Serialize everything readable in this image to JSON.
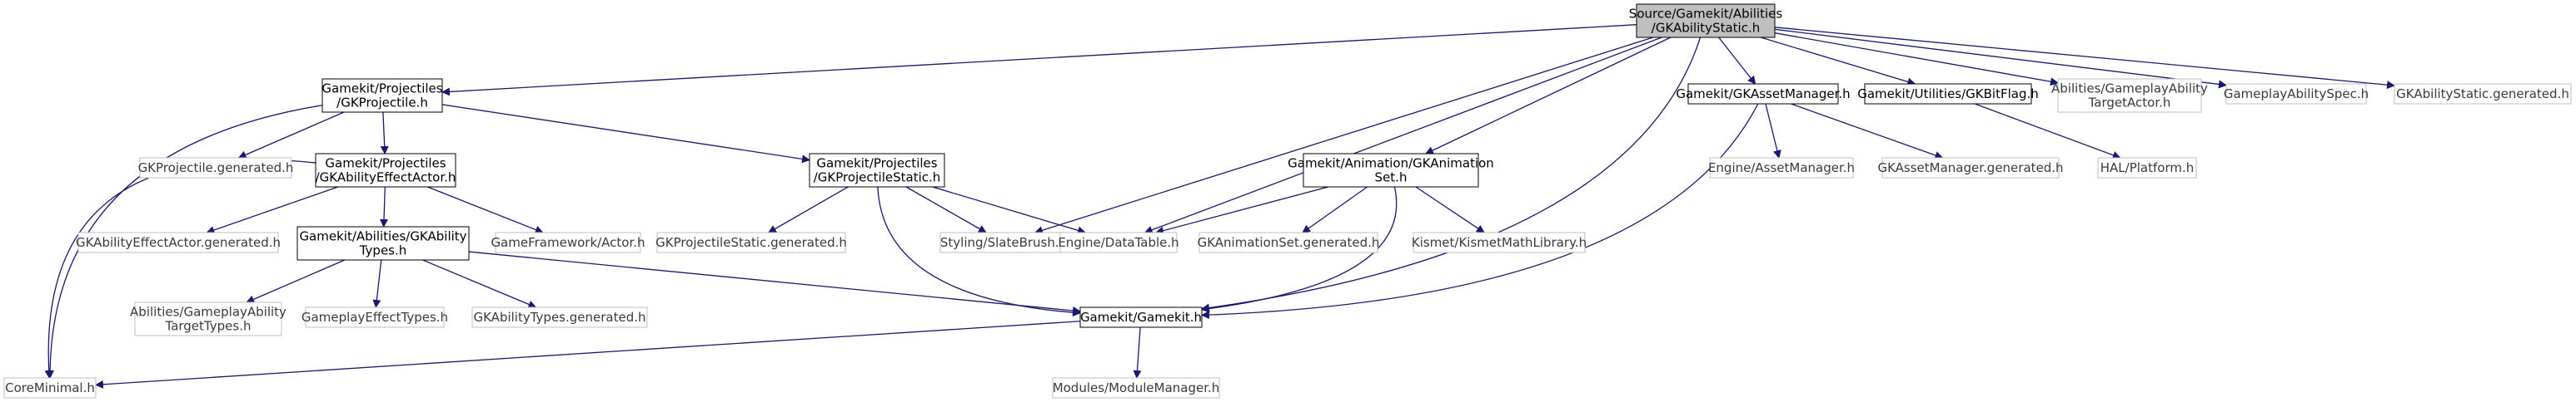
{
  "graph": {
    "colors": {
      "edge": "#191970",
      "root_fill": "#bfbfbf",
      "solid_border": "#000000",
      "missing_border": "#bfbfbf",
      "text": "#000000"
    },
    "nodes": {
      "root": {
        "lines": [
          "Source/Gamekit/Abilities",
          "/GKAbilityStatic.h"
        ],
        "style": "root"
      },
      "gkprojectile_h": {
        "lines": [
          "Gamekit/Projectiles",
          "/GKProjectile.h"
        ],
        "style": "solid"
      },
      "gkassetmanager_h": {
        "lines": [
          "Gamekit/GKAssetManager.h"
        ],
        "style": "solid"
      },
      "gkbitflag_h": {
        "lines": [
          "Gamekit/Utilities/GKBitFlag.h"
        ],
        "style": "solid"
      },
      "gameplayability_targetactor_h": {
        "lines": [
          "Abilities/GameplayAbility",
          "TargetActor.h"
        ],
        "style": "missing"
      },
      "gameplayabilityspec_h": {
        "lines": [
          "GameplayAbilitySpec.h"
        ],
        "style": "missing"
      },
      "gkabilitystatic_generated_h": {
        "lines": [
          "GKAbilityStatic.generated.h"
        ],
        "style": "missing"
      },
      "gkprojectile_generated_h": {
        "lines": [
          "GKProjectile.generated.h"
        ],
        "style": "missing"
      },
      "gkabilityeffectactor_h": {
        "lines": [
          "Gamekit/Projectiles",
          "/GKAbilityEffectActor.h"
        ],
        "style": "solid"
      },
      "gkprojectilestatic_h": {
        "lines": [
          "Gamekit/Projectiles",
          "/GKProjectileStatic.h"
        ],
        "style": "solid"
      },
      "gkanimationset_h": {
        "lines": [
          "Gamekit/Animation/GKAnimation",
          "Set.h"
        ],
        "style": "solid"
      },
      "engine_assetmanager_h": {
        "lines": [
          "Engine/AssetManager.h"
        ],
        "style": "missing"
      },
      "gkassetmanager_generated_h": {
        "lines": [
          "GKAssetManager.generated.h"
        ],
        "style": "missing"
      },
      "hal_platform_h": {
        "lines": [
          "HAL/Platform.h"
        ],
        "style": "missing"
      },
      "gkabilityeffectactor_generated_h": {
        "lines": [
          "GKAbilityEffectActor.generated.h"
        ],
        "style": "missing"
      },
      "gameframework_actor_h": {
        "lines": [
          "GameFramework/Actor.h"
        ],
        "style": "missing"
      },
      "gkprojectilestatic_generated_h": {
        "lines": [
          "GKProjectileStatic.generated.h"
        ],
        "style": "missing"
      },
      "styling_slatebrush_h": {
        "lines": [
          "Styling/SlateBrush.h"
        ],
        "style": "missing"
      },
      "engine_datatable_h": {
        "lines": [
          "Engine/DataTable.h"
        ],
        "style": "missing"
      },
      "gkanimationset_generated_h": {
        "lines": [
          "GKAnimationSet.generated.h"
        ],
        "style": "missing"
      },
      "kismet_mathlibrary_h": {
        "lines": [
          "Kismet/KismetMathLibrary.h"
        ],
        "style": "missing"
      },
      "gkabilitytypes_h": {
        "lines": [
          "Gamekit/Abilities/GKAbility",
          "Types.h"
        ],
        "style": "solid"
      },
      "gameplayability_targettypes_h": {
        "lines": [
          "Abilities/GameplayAbility",
          "TargetTypes.h"
        ],
        "style": "missing"
      },
      "gameplayeffecttypes_h": {
        "lines": [
          "GameplayEffectTypes.h"
        ],
        "style": "missing"
      },
      "gkabilitytypes_generated_h": {
        "lines": [
          "GKAbilityTypes.generated.h"
        ],
        "style": "missing"
      },
      "gamekit_h": {
        "lines": [
          "Gamekit/Gamekit.h"
        ],
        "style": "solid"
      },
      "coreminimal_h": {
        "lines": [
          "CoreMinimal.h"
        ],
        "style": "missing"
      },
      "modules_modulemanager_h": {
        "lines": [
          "Modules/ModuleManager.h"
        ],
        "style": "missing"
      }
    },
    "edges": [
      [
        "root",
        "gkprojectile_h"
      ],
      [
        "root",
        "gkassetmanager_h"
      ],
      [
        "root",
        "gkbitflag_h"
      ],
      [
        "root",
        "gameplayability_targetactor_h"
      ],
      [
        "root",
        "gameplayabilityspec_h"
      ],
      [
        "root",
        "gkabilitystatic_generated_h"
      ],
      [
        "root",
        "gkanimationset_h"
      ],
      [
        "root",
        "engine_datatable_h"
      ],
      [
        "root",
        "styling_slatebrush_h"
      ],
      [
        "root",
        "gamekit_h"
      ],
      [
        "gkprojectile_h",
        "gkprojectile_generated_h"
      ],
      [
        "gkprojectile_h",
        "gkabilityeffectactor_h"
      ],
      [
        "gkprojectile_h",
        "gkprojectilestatic_h"
      ],
      [
        "gkprojectile_h",
        "coreminimal_h"
      ],
      [
        "gkabilityeffectactor_h",
        "gkabilityeffectactor_generated_h"
      ],
      [
        "gkabilityeffectactor_h",
        "gkabilitytypes_h"
      ],
      [
        "gkabilityeffectactor_h",
        "gameframework_actor_h"
      ],
      [
        "gkabilityeffectactor_h",
        "coreminimal_h"
      ],
      [
        "gkprojectilestatic_h",
        "gkprojectilestatic_generated_h"
      ],
      [
        "gkprojectilestatic_h",
        "styling_slatebrush_h"
      ],
      [
        "gkprojectilestatic_h",
        "engine_datatable_h"
      ],
      [
        "gkprojectilestatic_h",
        "gamekit_h"
      ],
      [
        "gkanimationset_h",
        "engine_datatable_h"
      ],
      [
        "gkanimationset_h",
        "gkanimationset_generated_h"
      ],
      [
        "gkanimationset_h",
        "kismet_mathlibrary_h"
      ],
      [
        "gkanimationset_h",
        "gamekit_h"
      ],
      [
        "gkassetmanager_h",
        "engine_assetmanager_h"
      ],
      [
        "gkassetmanager_h",
        "gkassetmanager_generated_h"
      ],
      [
        "gkassetmanager_h",
        "gamekit_h"
      ],
      [
        "gkbitflag_h",
        "hal_platform_h"
      ],
      [
        "gkabilitytypes_h",
        "gameplayability_targettypes_h"
      ],
      [
        "gkabilitytypes_h",
        "gameplayeffecttypes_h"
      ],
      [
        "gkabilitytypes_h",
        "gkabilitytypes_generated_h"
      ],
      [
        "gkabilitytypes_h",
        "gamekit_h"
      ],
      [
        "gamekit_h",
        "coreminimal_h"
      ],
      [
        "gamekit_h",
        "modules_modulemanager_h"
      ]
    ]
  }
}
